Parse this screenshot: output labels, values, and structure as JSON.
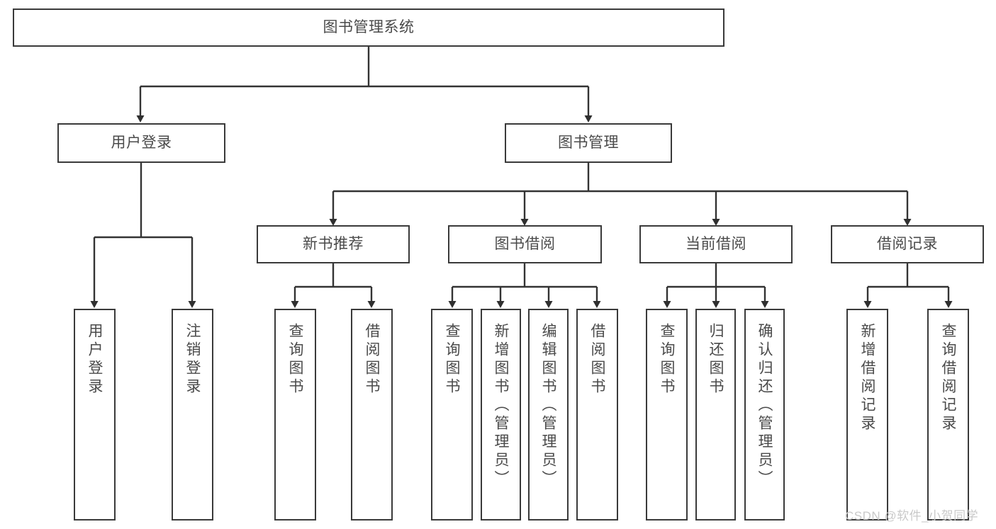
{
  "diagram": {
    "type": "tree-hierarchy-chart",
    "title": "图书管理系统",
    "orientation": "top-down",
    "colors": {
      "box_border": "#3a3a3a",
      "box_fill": "#ffffff",
      "text": "#4a4a4a",
      "edge": "#333333",
      "watermark": "#c9c9c9",
      "background": "#ffffff"
    }
  },
  "root": {
    "label": "图书管理系统"
  },
  "level2": [
    {
      "label": "用户登录"
    },
    {
      "label": "图书管理"
    }
  ],
  "level3": [
    {
      "label": "新书推荐"
    },
    {
      "label": "图书借阅"
    },
    {
      "label": "当前借阅"
    },
    {
      "label": "借阅记录"
    }
  ],
  "leaves": {
    "user_login": [
      {
        "label": "用户登录"
      },
      {
        "label": "注销登录"
      }
    ],
    "new_book_recommend": [
      {
        "label": "查询图书"
      },
      {
        "label": "借阅图书"
      }
    ],
    "book_borrow": [
      {
        "label": "查询图书"
      },
      {
        "label": "新增图书（管理员）"
      },
      {
        "label": "编辑图书（管理员）"
      },
      {
        "label": "借阅图书"
      }
    ],
    "current_borrow": [
      {
        "label": "查询图书"
      },
      {
        "label": "归还图书"
      },
      {
        "label": "确认归还（管理员）"
      }
    ],
    "borrow_record": [
      {
        "label": "新增借阅记录"
      },
      {
        "label": "查询借阅记录"
      }
    ]
  },
  "watermark": {
    "text": "CSDN @软件_小贺同学"
  }
}
